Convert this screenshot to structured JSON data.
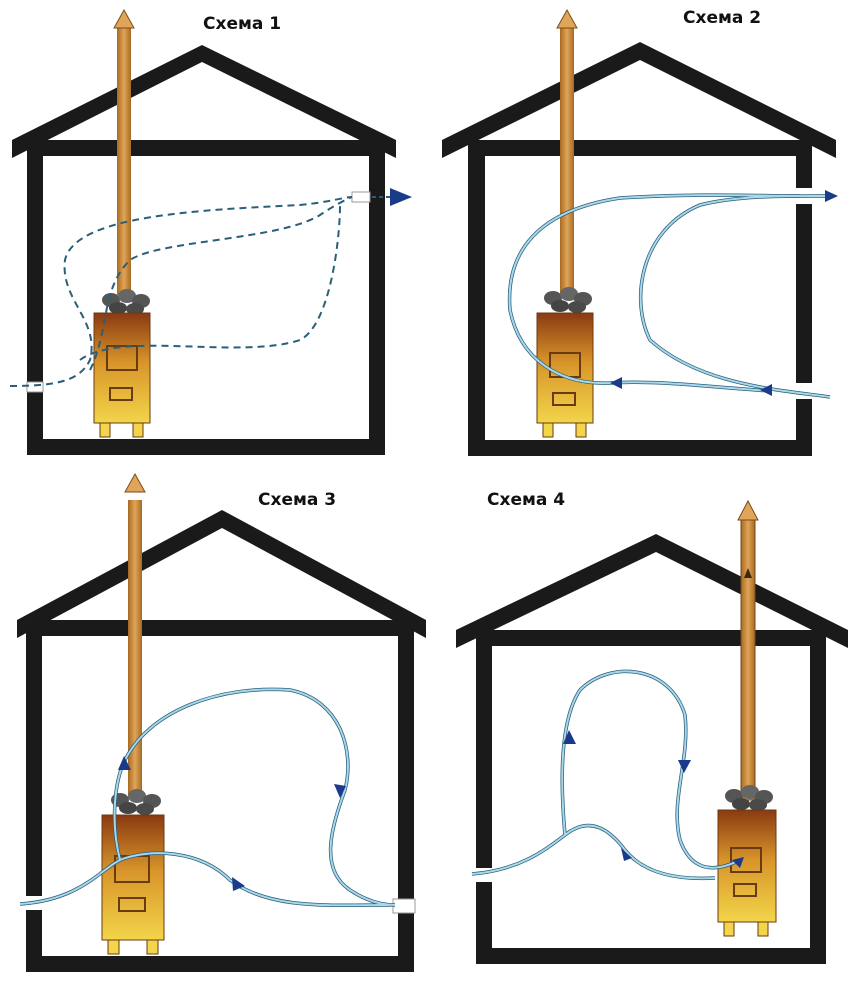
{
  "schemes": [
    {
      "title": "Схема 1"
    },
    {
      "title": "Схема 2"
    },
    {
      "title": "Схема 3"
    },
    {
      "title": "Схема 4"
    }
  ],
  "colors": {
    "house": "#1a1a1a",
    "chimney": "#c98a3a",
    "stove_top": "#8a3a12",
    "stove_bottom": "#f2d54a",
    "stones": "#555555",
    "air": "#a8d8ea",
    "air_stroke": "#2a5f7a",
    "arrow": "#1a3a8a"
  }
}
